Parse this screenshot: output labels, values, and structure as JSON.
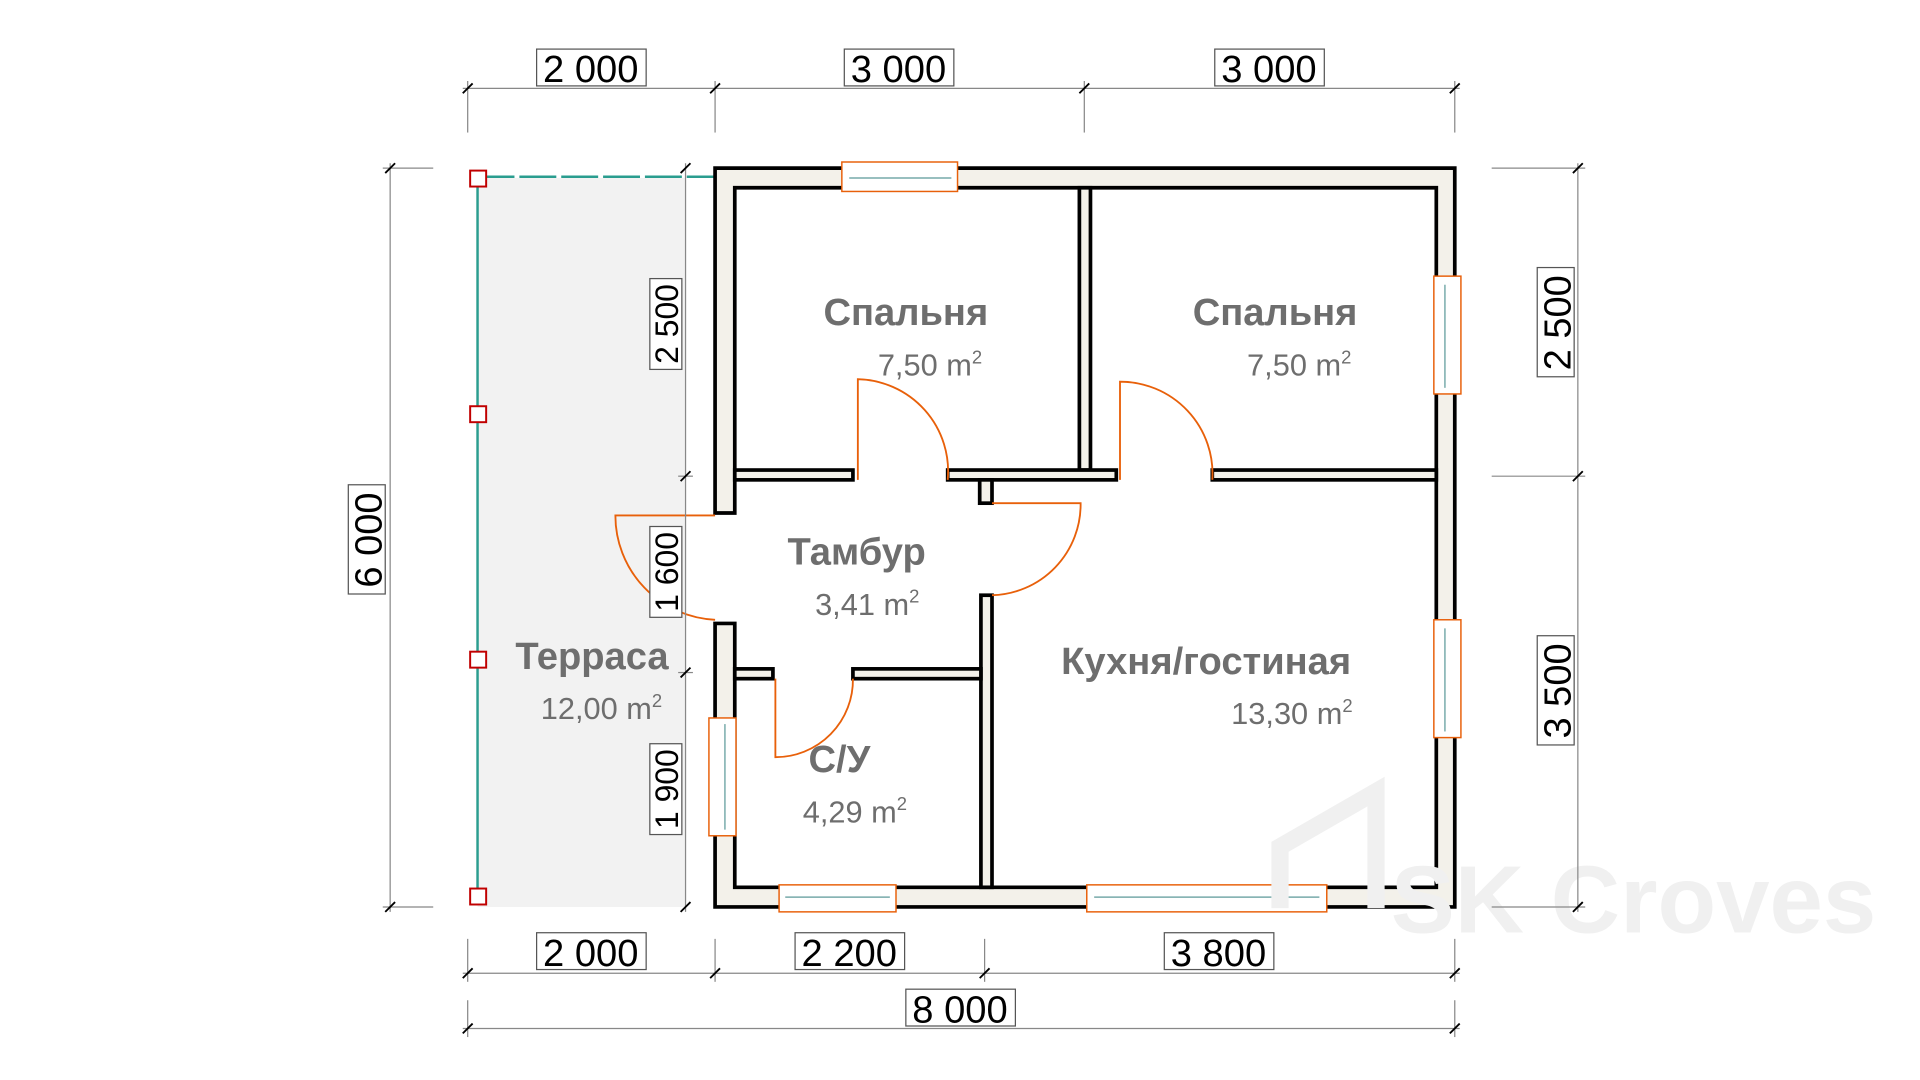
{
  "plan": {
    "rooms": [
      {
        "name": "Спальня",
        "area": "7,50 m",
        "sup": "2"
      },
      {
        "name": "Спальня",
        "area": "7,50 m",
        "sup": "2"
      },
      {
        "name": "Тамбур",
        "area": "3,41 m",
        "sup": "2"
      },
      {
        "name": "Кухня/гостиная",
        "area": "13,30 m",
        "sup": "2"
      },
      {
        "name": "Терраса",
        "area": "12,00 m",
        "sup": "2"
      },
      {
        "name": "С/У",
        "area": "4,29 m",
        "sup": "2"
      }
    ],
    "dimensions": {
      "top": [
        "2 000",
        "3 000",
        "3 000"
      ],
      "bottom": [
        "2 000",
        "2 200",
        "3 800"
      ],
      "total_width": "8 000",
      "left_total": "6 000",
      "left_inner": [
        "2 500",
        "1 600",
        "1 900"
      ],
      "right": [
        "2 500",
        "3 500"
      ]
    },
    "watermark": "SK Croves",
    "colors": {
      "wall_fill": "#f3f1ea",
      "door": "#e8600a",
      "terrace": "#f2f2f2",
      "railing": "#2a9d8f",
      "post": "#c00000"
    }
  }
}
